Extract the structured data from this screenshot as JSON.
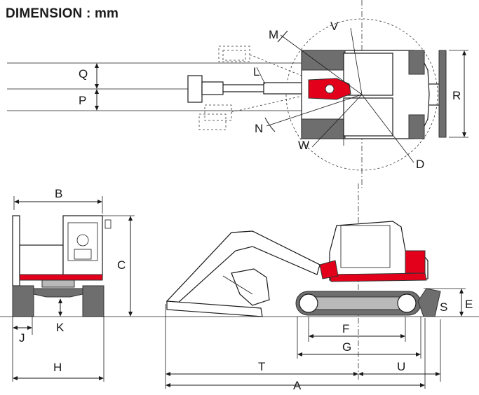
{
  "header": {
    "title": "DIMENSION : mm"
  },
  "labels": {
    "A": "A",
    "B": "B",
    "C": "C",
    "D": "D",
    "E": "E",
    "F": "F",
    "G": "G",
    "H": "H",
    "J": "J",
    "K": "K",
    "L": "L",
    "M": "M",
    "N": "N",
    "P": "P",
    "Q": "Q",
    "R": "R",
    "S": "S",
    "T": "T",
    "U": "U",
    "V": "V",
    "W": "W"
  },
  "colors": {
    "accent_red": "#e3001b",
    "track_grey": "#6e6e6e",
    "line": "#1a1a1a"
  }
}
